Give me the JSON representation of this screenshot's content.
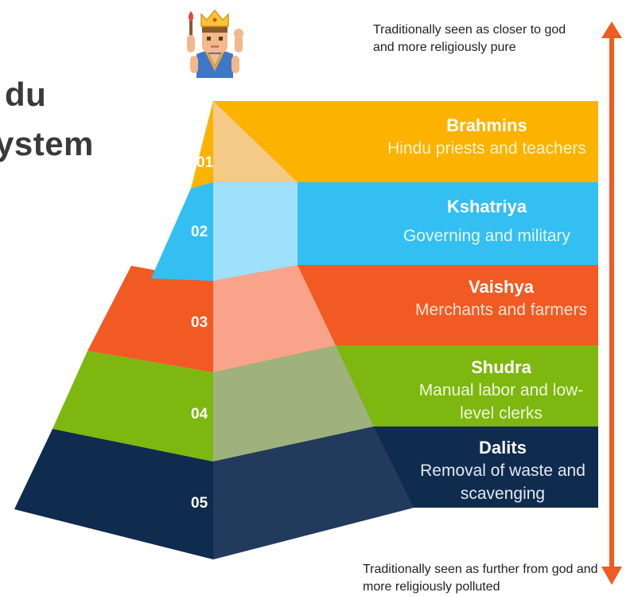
{
  "title": {
    "line1": "du",
    "line2": "ystem"
  },
  "notes": {
    "top": "Traditionally seen as closer to god and more religiously pure",
    "bottom": "Traditionally seen as further from god and more religiously polluted"
  },
  "arrow_color": "#f15a22",
  "tiers": [
    {
      "number": "01",
      "name": "Brahmins",
      "description": "Hindu priests and teachers",
      "color": "#fbb300",
      "text_color": "#fff3cc"
    },
    {
      "number": "02",
      "name": "Kshatriya",
      "description": "Governing and military",
      "color": "#33bff2",
      "text_color": "#e6f7ff"
    },
    {
      "number": "03",
      "name": "Vaishya",
      "description": "Merchants and farmers",
      "color": "#f15a22",
      "text_color": "#ffe3d6"
    },
    {
      "number": "04",
      "name": "Shudra",
      "description": "Manual labor and low-level clerks",
      "color": "#7db70f",
      "text_color": "#f0f8dc"
    },
    {
      "number": "05",
      "name": "Dalits",
      "description": "Removal of waste and scavenging",
      "color": "#0f2b4e",
      "text_color": "#e3e9f2"
    }
  ],
  "icons": {
    "deity": "multi-armed-deity-icon",
    "arrow": "double-headed-arrow-icon"
  }
}
